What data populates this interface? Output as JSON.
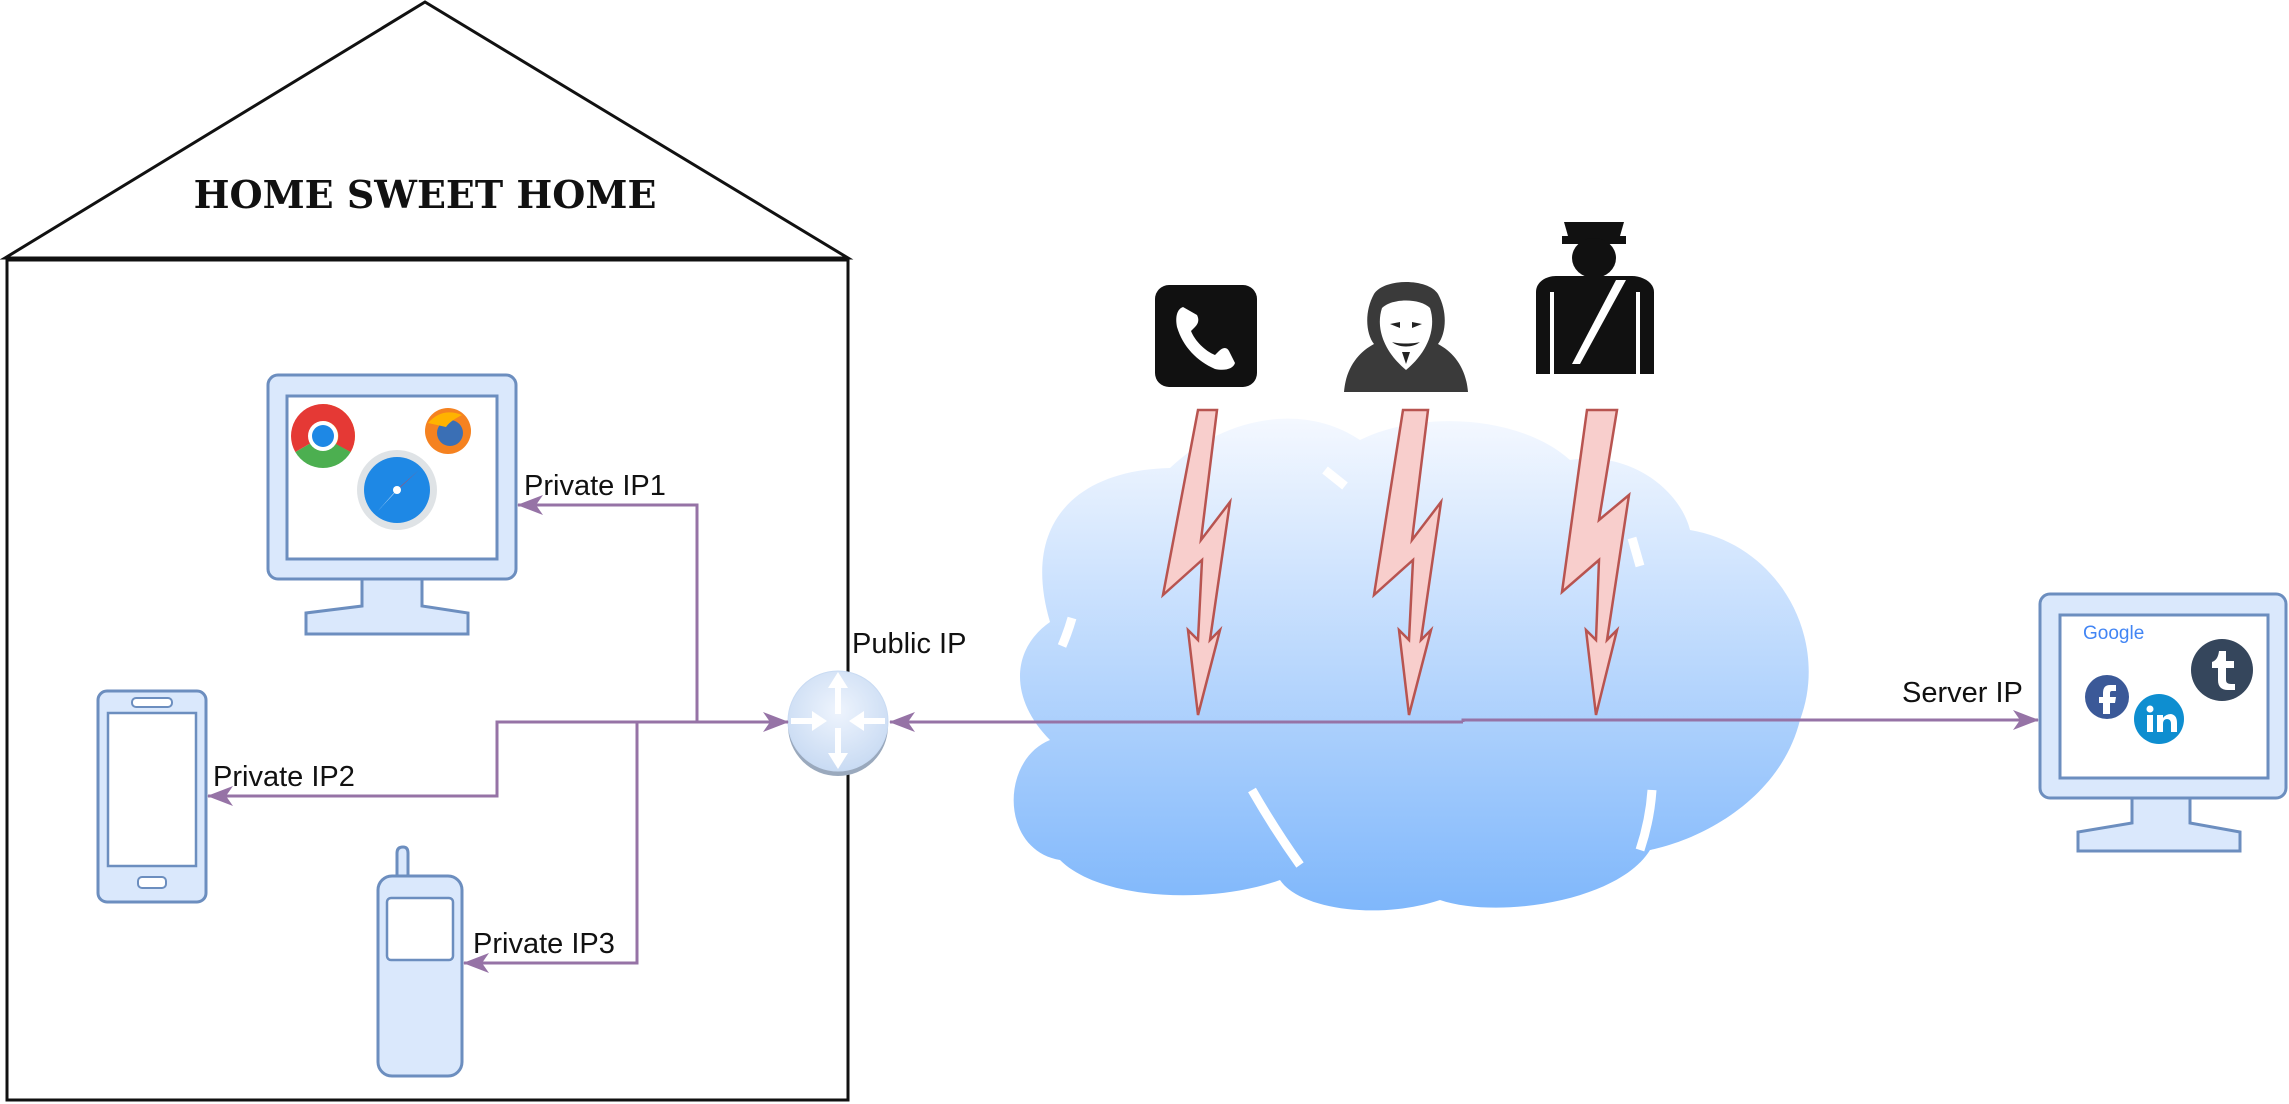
{
  "house": {
    "title": "HOME SWEET HOME"
  },
  "labels": {
    "private_ip1": "Private IP1",
    "private_ip2": "Private IP2",
    "private_ip3": "Private IP3",
    "public_ip": "Public IP",
    "server_ip": "Server IP"
  },
  "server_screen": {
    "google_text": "Google"
  },
  "icons": {
    "desktop_browsers": [
      "chrome-icon",
      "firefox-icon",
      "safari-icon"
    ],
    "server_apps": [
      "facebook-icon",
      "linkedin-icon",
      "tumblr-icon"
    ],
    "threats": [
      "phone-icon",
      "hacker-icon",
      "police-officer-icon"
    ]
  },
  "colors": {
    "arrow": "#9673a6",
    "device_fill": "#dae8fc",
    "device_stroke": "#6c8ebf",
    "lightning_fill": "#f8cecc",
    "lightning_stroke": "#b85450",
    "cloud_top": "#f4f8ff",
    "cloud_bottom": "#7fb7fb"
  }
}
